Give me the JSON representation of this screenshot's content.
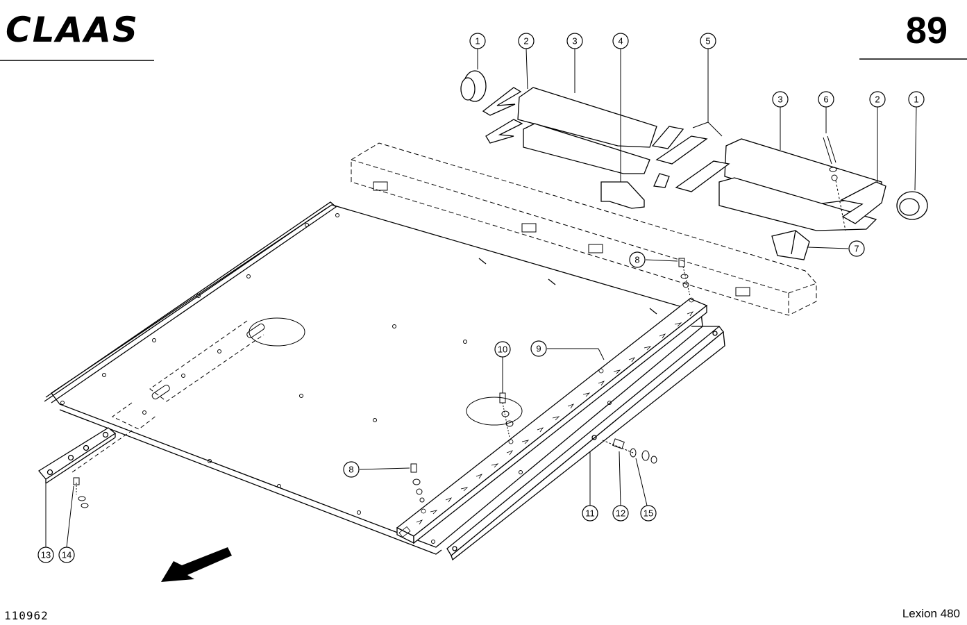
{
  "header": {
    "brand": "CLAAS",
    "page_number": "89"
  },
  "footer": {
    "document_code": "110962",
    "model": "Lexion 480"
  },
  "callouts": {
    "c1a": "1",
    "c2a": "2",
    "c3a": "3",
    "c4": "4",
    "c5": "5",
    "c3b": "3",
    "c6": "6",
    "c2b": "2",
    "c1b": "1",
    "c7": "7",
    "c8a": "8",
    "c9": "9",
    "c10": "10",
    "c8b": "8",
    "c11": "11",
    "c12": "12",
    "c15": "15",
    "c13": "13",
    "c14": "14"
  }
}
